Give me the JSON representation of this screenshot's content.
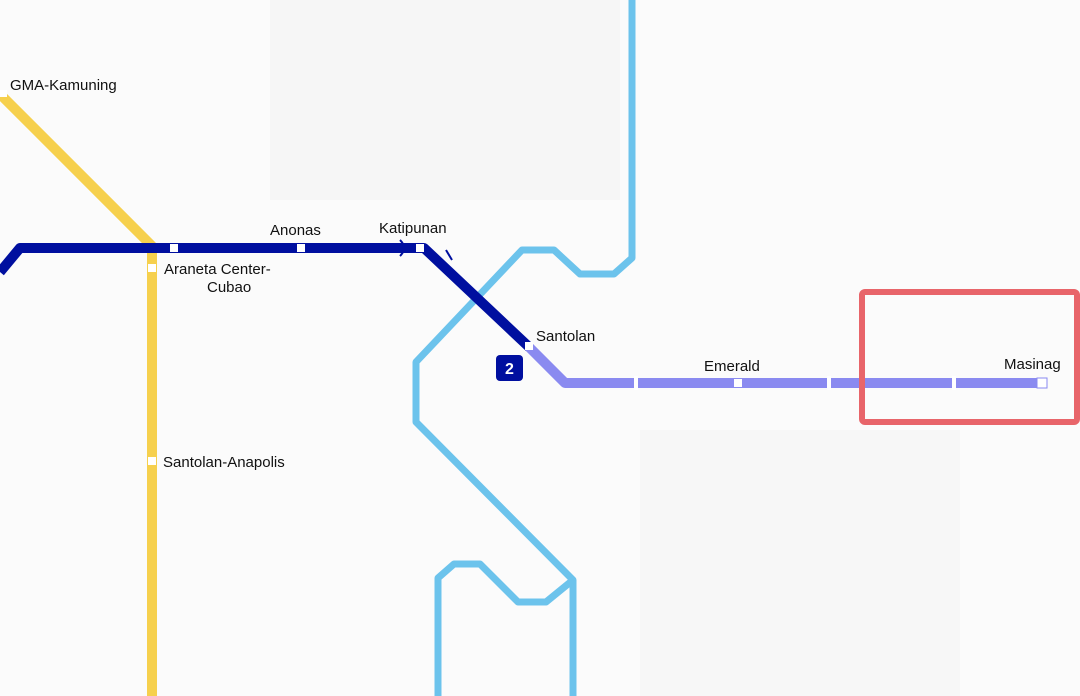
{
  "colors": {
    "background": "#fbfbfb",
    "river": "#6cc3ec",
    "line1": "#f6d04d",
    "line2": "#000f9f",
    "line2_extension": "#8a8af0",
    "station_marker": "#ffffff",
    "highlight_box": "#e8656a",
    "badge": "#000f9f"
  },
  "line_badge": "2",
  "stations": {
    "gma_kamuning": "GMA-Kamuning",
    "araneta_line1": "Araneta Center-",
    "araneta_line2": "Cubao",
    "anonas": "Anonas",
    "katipunan": "Katipunan",
    "santolan": "Santolan",
    "santolan_anapolis": "Santolan-Anapolis",
    "emerald": "Emerald",
    "masinag": "Masinag"
  }
}
